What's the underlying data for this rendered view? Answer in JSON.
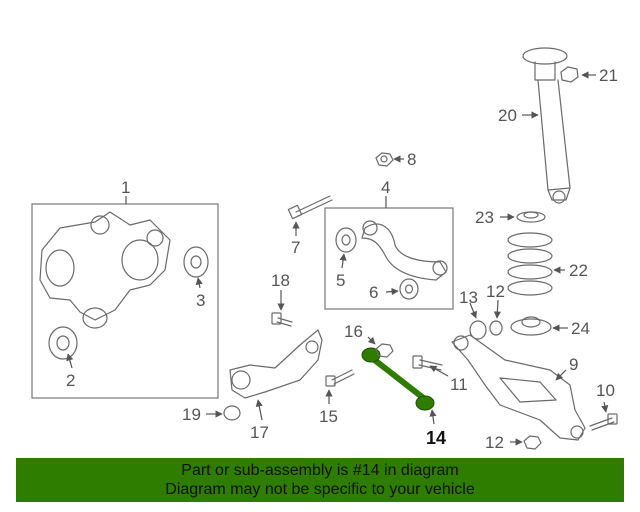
{
  "callouts": {
    "c1": "1",
    "c2": "2",
    "c3": "3",
    "c4": "4",
    "c5": "5",
    "c6": "6",
    "c7": "7",
    "c8": "8",
    "c9": "9",
    "c10": "10",
    "c11": "11",
    "c12a": "12",
    "c12b": "12",
    "c13": "13",
    "c14": "14",
    "c15": "15",
    "c16": "16",
    "c17": "17",
    "c18": "18",
    "c19": "19",
    "c20": "20",
    "c21": "21",
    "c22": "22",
    "c23": "23",
    "c24": "24"
  },
  "highlight": {
    "part": "14",
    "color": "#2e7d00"
  },
  "banner": {
    "line1": "Part or sub-assembly is #14 in diagram",
    "line2": "Diagram may not be specific to your vehicle",
    "background": "#2e7d00"
  }
}
